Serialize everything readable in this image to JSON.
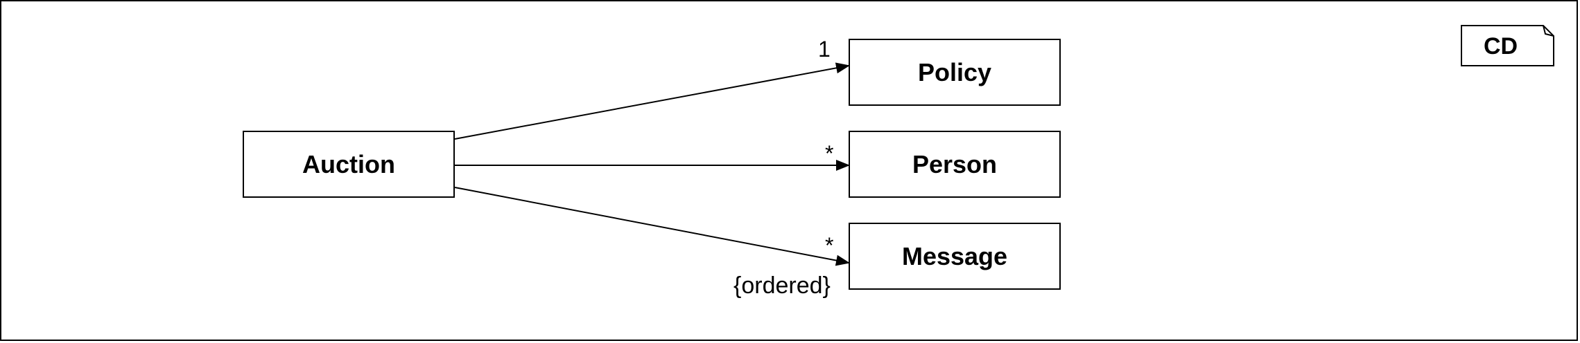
{
  "diagram": {
    "tag": "CD",
    "classes": {
      "auction": "Auction",
      "policy": "Policy",
      "person": "Person",
      "message": "Message"
    },
    "associations": [
      {
        "from": "Auction",
        "to": "Policy",
        "multiplicity": "1"
      },
      {
        "from": "Auction",
        "to": "Person",
        "multiplicity": "*"
      },
      {
        "from": "Auction",
        "to": "Message",
        "multiplicity": "*",
        "constraint": "{ordered}"
      }
    ]
  }
}
